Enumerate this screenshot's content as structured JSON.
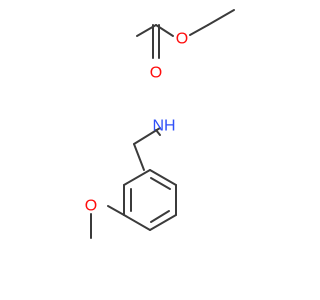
{
  "molecule": {
    "atoms": [
      {
        "id": "o_carbonyl",
        "label": "O",
        "color": "#ff0d0d"
      },
      {
        "id": "o_ester",
        "label": "O",
        "color": "#ff0d0d"
      },
      {
        "id": "n_amine",
        "label": "NH",
        "color": "#3050f8"
      },
      {
        "id": "o_methoxy",
        "label": "O",
        "color": "#ff0d0d"
      }
    ],
    "bond_color": "#3b3b3b"
  }
}
